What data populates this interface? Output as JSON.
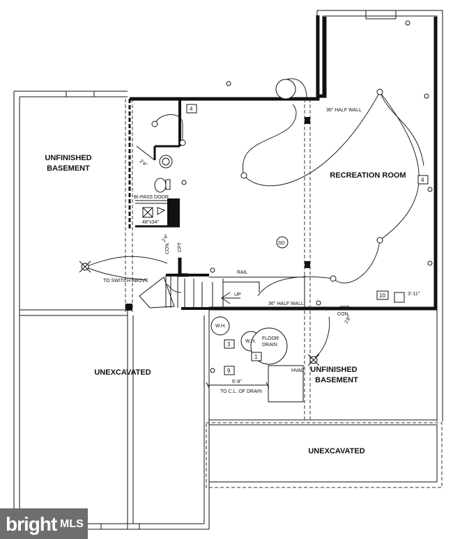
{
  "rooms": {
    "unfinished_basement_left_1": "UNFINISHED",
    "unfinished_basement_left_2": "BASEMENT",
    "recreation_room": "RECREATION ROOM",
    "unexcavated_left": "UNEXCAVATED",
    "unfinished_basement_right_1": "UNFINISHED",
    "unfinished_basement_right_2": "BASEMENT",
    "unexcavated_bottom": "UNEXCAVATED"
  },
  "notes": {
    "half_wall_top": "36\" HALF WALL",
    "half_wall_bottom": "36\" HALF WALL",
    "bipass_door": "BI-PASS DOOR",
    "shower_size": "48\"x34\"",
    "to_switch_above": "TO SWITCH ABOVE",
    "rail": "RAIL",
    "up": "UP",
    "floor_drain_1": "FLOOR",
    "floor_drain_2": "DRAIN",
    "hvac": "HVAC",
    "wh_1": "W.H.",
    "wh_2": "W.H.",
    "dim_drain": "6'-8\"",
    "to_cl_of_drain": "TO C.L. OF DRAIN",
    "dim_3_11": "3'-11\"",
    "smoke_detector": "SD",
    "cpt_con_right_1": "CPT",
    "cpt_con_right_2": "CON.",
    "cpt_con_left_1": "CON.",
    "cpt_con_left_2": "CPT",
    "dim_2_8": "2'8\"",
    "dim_2_4a": "2'4\"",
    "dim_2_4b": "2'4\""
  },
  "tags": {
    "t4_top": "4",
    "t4_right": "4",
    "t10": "10",
    "t3": "3",
    "t1": "1",
    "t9": "9"
  },
  "watermark": {
    "brand": "bright",
    "suffix": "MLS"
  }
}
